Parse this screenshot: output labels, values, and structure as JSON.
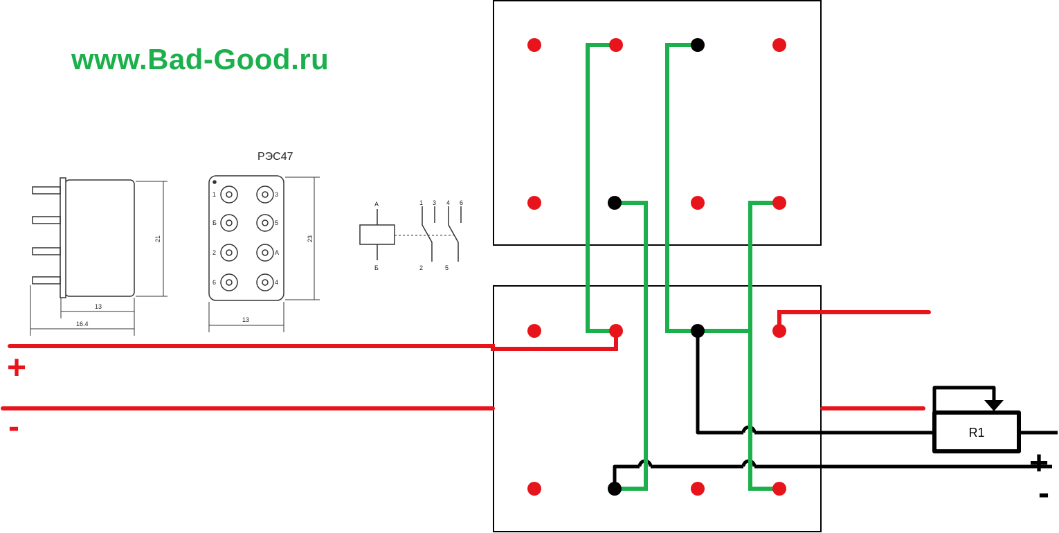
{
  "site": {
    "title": "www.Bad-Good.ru",
    "title_color": "#1bb04c"
  },
  "relay": {
    "model": "РЭС47",
    "side_dims": {
      "height": "21",
      "body_width": "13",
      "total_width": "16.4"
    },
    "top_view": {
      "pin_labels_left": [
        "1",
        "Б",
        "2",
        "6"
      ],
      "pin_labels_right": [
        "3",
        "5",
        "А",
        "4"
      ],
      "height": "23",
      "width": "13"
    },
    "schematic": {
      "coil_top": "А",
      "coil_bottom": "Б",
      "contacts_top": [
        "1",
        "3",
        "4",
        "6"
      ],
      "contacts_bottom": [
        "2",
        "5"
      ]
    }
  },
  "circuit": {
    "left_plus": "+",
    "left_minus": "-",
    "right_plus": "+",
    "right_minus": "-",
    "resistor_label": "R1"
  },
  "colors": {
    "wire_power": "#e8141c",
    "wire_link": "#1bb04c",
    "wire_black": "#000000",
    "pad_red": "#e8141c",
    "pad_black": "#000000"
  }
}
